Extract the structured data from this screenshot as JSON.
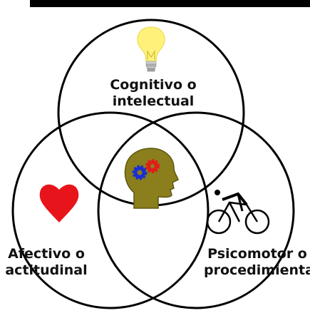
{
  "diagram": {
    "type": "venn",
    "circles": [
      {
        "id": "cognitivo",
        "line1": "Cognitivo o",
        "line2": "intelectual",
        "icon": "lightbulb-icon"
      },
      {
        "id": "afectivo",
        "line1": "Afectivo o",
        "line2": "actitudinal",
        "icon": "heart-icon"
      },
      {
        "id": "psicomotor",
        "line1": "Psicomotor o",
        "line2": "procedimiental",
        "icon": "cyclist-icon"
      }
    ],
    "center_icon": "head-gears-icon"
  },
  "colors": {
    "header_bar": "#000000",
    "outline": "#000000",
    "heart": "#e8141c",
    "bulb": "#fff17a",
    "head": "#8a7f1c",
    "gear_blue": "#1a2fd1",
    "gear_red": "#e31b1b"
  }
}
